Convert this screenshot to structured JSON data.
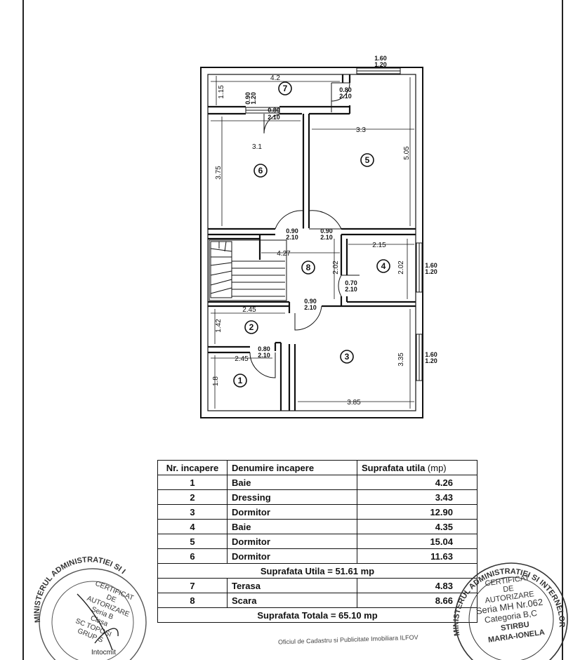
{
  "plan": {
    "room_numbers": [
      "1",
      "2",
      "3",
      "4",
      "5",
      "6",
      "7",
      "8"
    ],
    "dimensions": {
      "d_4_2": "4.2",
      "d_1_15": "1.15",
      "d_3_3": "3.3",
      "d_3_1": "3.1",
      "d_3_75": "3.75",
      "d_5_05": "5.05",
      "d_4_27": "4.27",
      "d_2_15": "2.15",
      "d_2_02_a": "2.02",
      "d_2_02_b": "2.02",
      "d_2_45_a": "2.45",
      "d_1_42": "1.42",
      "d_2_45_b": "2.45",
      "d_1_8": "1.8",
      "d_3_35": "3.35",
      "d_3_85": "3.85"
    },
    "windows": {
      "w_top_width": "1.60",
      "w_top_height": "1.20",
      "w_r4_width": "1.60",
      "w_r4_height": "1.20",
      "w_r3_width": "1.60",
      "w_r3_height": "1.20",
      "w_r7_width": "0.90",
      "w_r7_height": "1.20"
    },
    "doors": {
      "door_7_width": "0.80",
      "door_7_height": "2.10",
      "door_6top_width": "0.80",
      "door_6top_height": "2.10",
      "door_6_width": "0.90",
      "door_6_height": "2.10",
      "door_5_width": "0.90",
      "door_5_height": "2.10",
      "door_4_width": "0.70",
      "door_4_height": "2.10",
      "door_2_width": "0.90",
      "door_2_height": "2.10",
      "door_1_width": "0.80",
      "door_1_height": "2.10"
    }
  },
  "table": {
    "header_nr": "Nr. incapere",
    "header_name": "Denumire incapere",
    "header_area": "Suprafata utila",
    "header_unit": "(mp)",
    "rows": [
      {
        "nr": "1",
        "name": "Baie",
        "area": "4.26"
      },
      {
        "nr": "2",
        "name": "Dressing",
        "area": "3.43"
      },
      {
        "nr": "3",
        "name": "Dormitor",
        "area": "12.90"
      },
      {
        "nr": "4",
        "name": "Baie",
        "area": "4.35"
      },
      {
        "nr": "5",
        "name": "Dormitor",
        "area": "15.04"
      },
      {
        "nr": "6",
        "name": "Dormitor",
        "area": "11.63"
      }
    ],
    "subtotal": "Suprafata Utila = 51.61 mp",
    "rows_extra": [
      {
        "nr": "7",
        "name": "Terasa",
        "area": "4.83"
      },
      {
        "nr": "8",
        "name": "Scara",
        "area": "8.66"
      }
    ],
    "total": "Suprafata Totala = 65.10 mp"
  },
  "stamp_left": {
    "ring_text": "MINISTERUL ADMINISTRATIEI SI I",
    "l1": "CERTIFICAT",
    "l2": "DE",
    "l3": "AUTORIZARE",
    "l4": "Seria B",
    "l5": "Clasa",
    "l6": "SC TOPOSI",
    "l7": "GRUP S"
  },
  "stamp_right": {
    "ring_text": "MINISTERUL ADMINISTRATIEI SI INTERNELOR",
    "l1": "CERTIFICAT",
    "l2": "DE",
    "l3": "AUTORIZARE",
    "l4": "Seria MH Nr.062",
    "l5": "Categoria B,C",
    "l6": "STIRBU",
    "l7": "MARIA-IONELA"
  },
  "footer": {
    "note": "Oficiul de Cadastru si Publicitate Imobiliara ILFOV",
    "intocmit": "Intocmit"
  }
}
